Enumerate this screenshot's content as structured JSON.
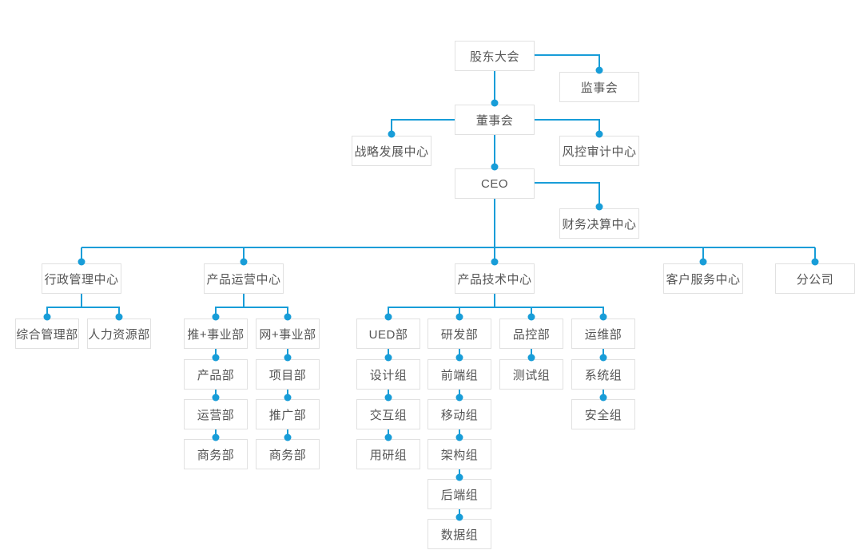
{
  "diagram": {
    "type": "org-chart",
    "colors": {
      "connector_line": "#189dd8",
      "connector_dot": "#189dd8",
      "node_border": "#e1e1e1",
      "node_background": "#ffffff",
      "node_text": "#555555",
      "page_background": "#ffffff"
    }
  },
  "nodes": {
    "shareholders": {
      "label": "股东大会"
    },
    "supervisory": {
      "label": "监事会"
    },
    "board": {
      "label": "董事会"
    },
    "strategy": {
      "label": "战略发展中心"
    },
    "risk_audit": {
      "label": "风控审计中心"
    },
    "ceo": {
      "label": "CEO"
    },
    "finance": {
      "label": "财务决算中心"
    },
    "admin_center": {
      "label": "行政管理中心"
    },
    "general_admin": {
      "label": "综合管理部"
    },
    "hr": {
      "label": "人力资源部"
    },
    "product_ops_center": {
      "label": "产品运营中心"
    },
    "tui_division": {
      "label": "推+事业部"
    },
    "wang_division": {
      "label": "网+事业部"
    },
    "product_dept": {
      "label": "产品部"
    },
    "operations_dept": {
      "label": "运营部"
    },
    "biz_dept_tui": {
      "label": "商务部"
    },
    "project_dept": {
      "label": "项目部"
    },
    "promotion_dept": {
      "label": "推广部"
    },
    "biz_dept_wang": {
      "label": "商务部"
    },
    "product_tech_center": {
      "label": "产品技术中心"
    },
    "ued_dept": {
      "label": "UED部"
    },
    "design_group": {
      "label": "设计组"
    },
    "interaction_group": {
      "label": "交互组"
    },
    "user_research_group": {
      "label": "用研组"
    },
    "rd_dept": {
      "label": "研发部"
    },
    "frontend_group": {
      "label": "前端组"
    },
    "mobile_group": {
      "label": "移动组"
    },
    "architecture_group": {
      "label": "架构组"
    },
    "backend_group": {
      "label": "后端组"
    },
    "data_group": {
      "label": "数据组"
    },
    "qc_dept": {
      "label": "品控部"
    },
    "test_group": {
      "label": "测试组"
    },
    "om_dept": {
      "label": "运维部"
    },
    "system_group": {
      "label": "系统组"
    },
    "security_group": {
      "label": "安全组"
    },
    "customer_service": {
      "label": "客户服务中心"
    },
    "branch_company": {
      "label": "分公司"
    }
  },
  "hierarchy": {
    "股东大会": {
      "监事会": {},
      "董事会": {
        "战略发展中心": {},
        "风控审计中心": {},
        "CEO": {
          "财务决算中心": {},
          "行政管理中心": {
            "综合管理部": {},
            "人力资源部": {}
          },
          "产品运营中心": {
            "推+事业部": {
              "产品部": {
                "运营部": {
                  "商务部": {}
                }
              }
            },
            "网+事业部": {
              "项目部": {
                "推广部": {
                  "商务部": {}
                }
              }
            }
          },
          "产品技术中心": {
            "UED部": {
              "设计组": {
                "交互组": {
                  "用研组": {}
                }
              }
            },
            "研发部": {
              "前端组": {
                "移动组": {
                  "架构组": {
                    "后端组": {
                      "数据组": {}
                    }
                  }
                }
              }
            },
            "品控部": {
              "测试组": {}
            },
            "运维部": {
              "系统组": {
                "安全组": {}
              }
            }
          },
          "客户服务中心": {},
          "分公司": {}
        }
      }
    }
  }
}
